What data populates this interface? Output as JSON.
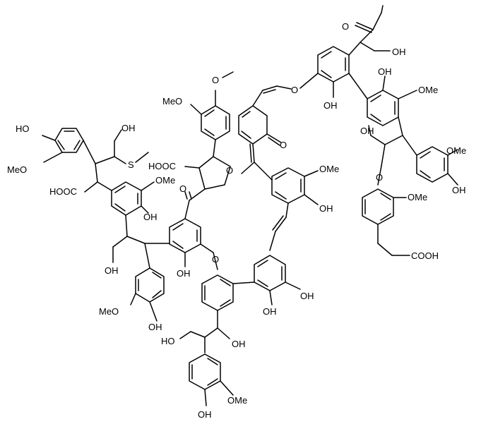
{
  "labels": {
    "ho_top_left": "HO",
    "meo_top_left": "MeO",
    "oh_thio_top": "OH",
    "s_thio": "S",
    "hooc_left": "HOOC",
    "ome_left_ring": "OMe",
    "oh_left_ring": "OH",
    "oh_chain_left": "OH",
    "meo_lower_left": "MeO",
    "oh_lower_left": "OH",
    "meo_top_center": "MeO",
    "o_methoxy_top_center": "O",
    "hooc_center": "HOOC",
    "o_thf": "O",
    "o_ketone_center": "O",
    "oh_center_ring": "OH",
    "o_ether_center": "O",
    "ho_bottom_chain": "HO",
    "oh_bottom_chain": "OH",
    "ome_bottom": "OMe",
    "oh_bottom": "OH",
    "o_vinyl_ether": "O",
    "o_dienone": "O",
    "ome_right_center": "OMe",
    "oh_right_center": "OH",
    "oh_ring5_a": "OH",
    "oh_ring5_b": "OH",
    "o_ketone_top": "O",
    "oh_top_right": "OH",
    "oh_ring_top_right": "OH",
    "oh_catechol_top": "OH",
    "ome_top_right": "OMe",
    "oh_right_chain": "OH",
    "o_ether_right": "O",
    "ome_far_right": "OMe",
    "oh_far_right": "OH",
    "ome_right_lower": "OMe",
    "cooh_right": "COOH"
  }
}
